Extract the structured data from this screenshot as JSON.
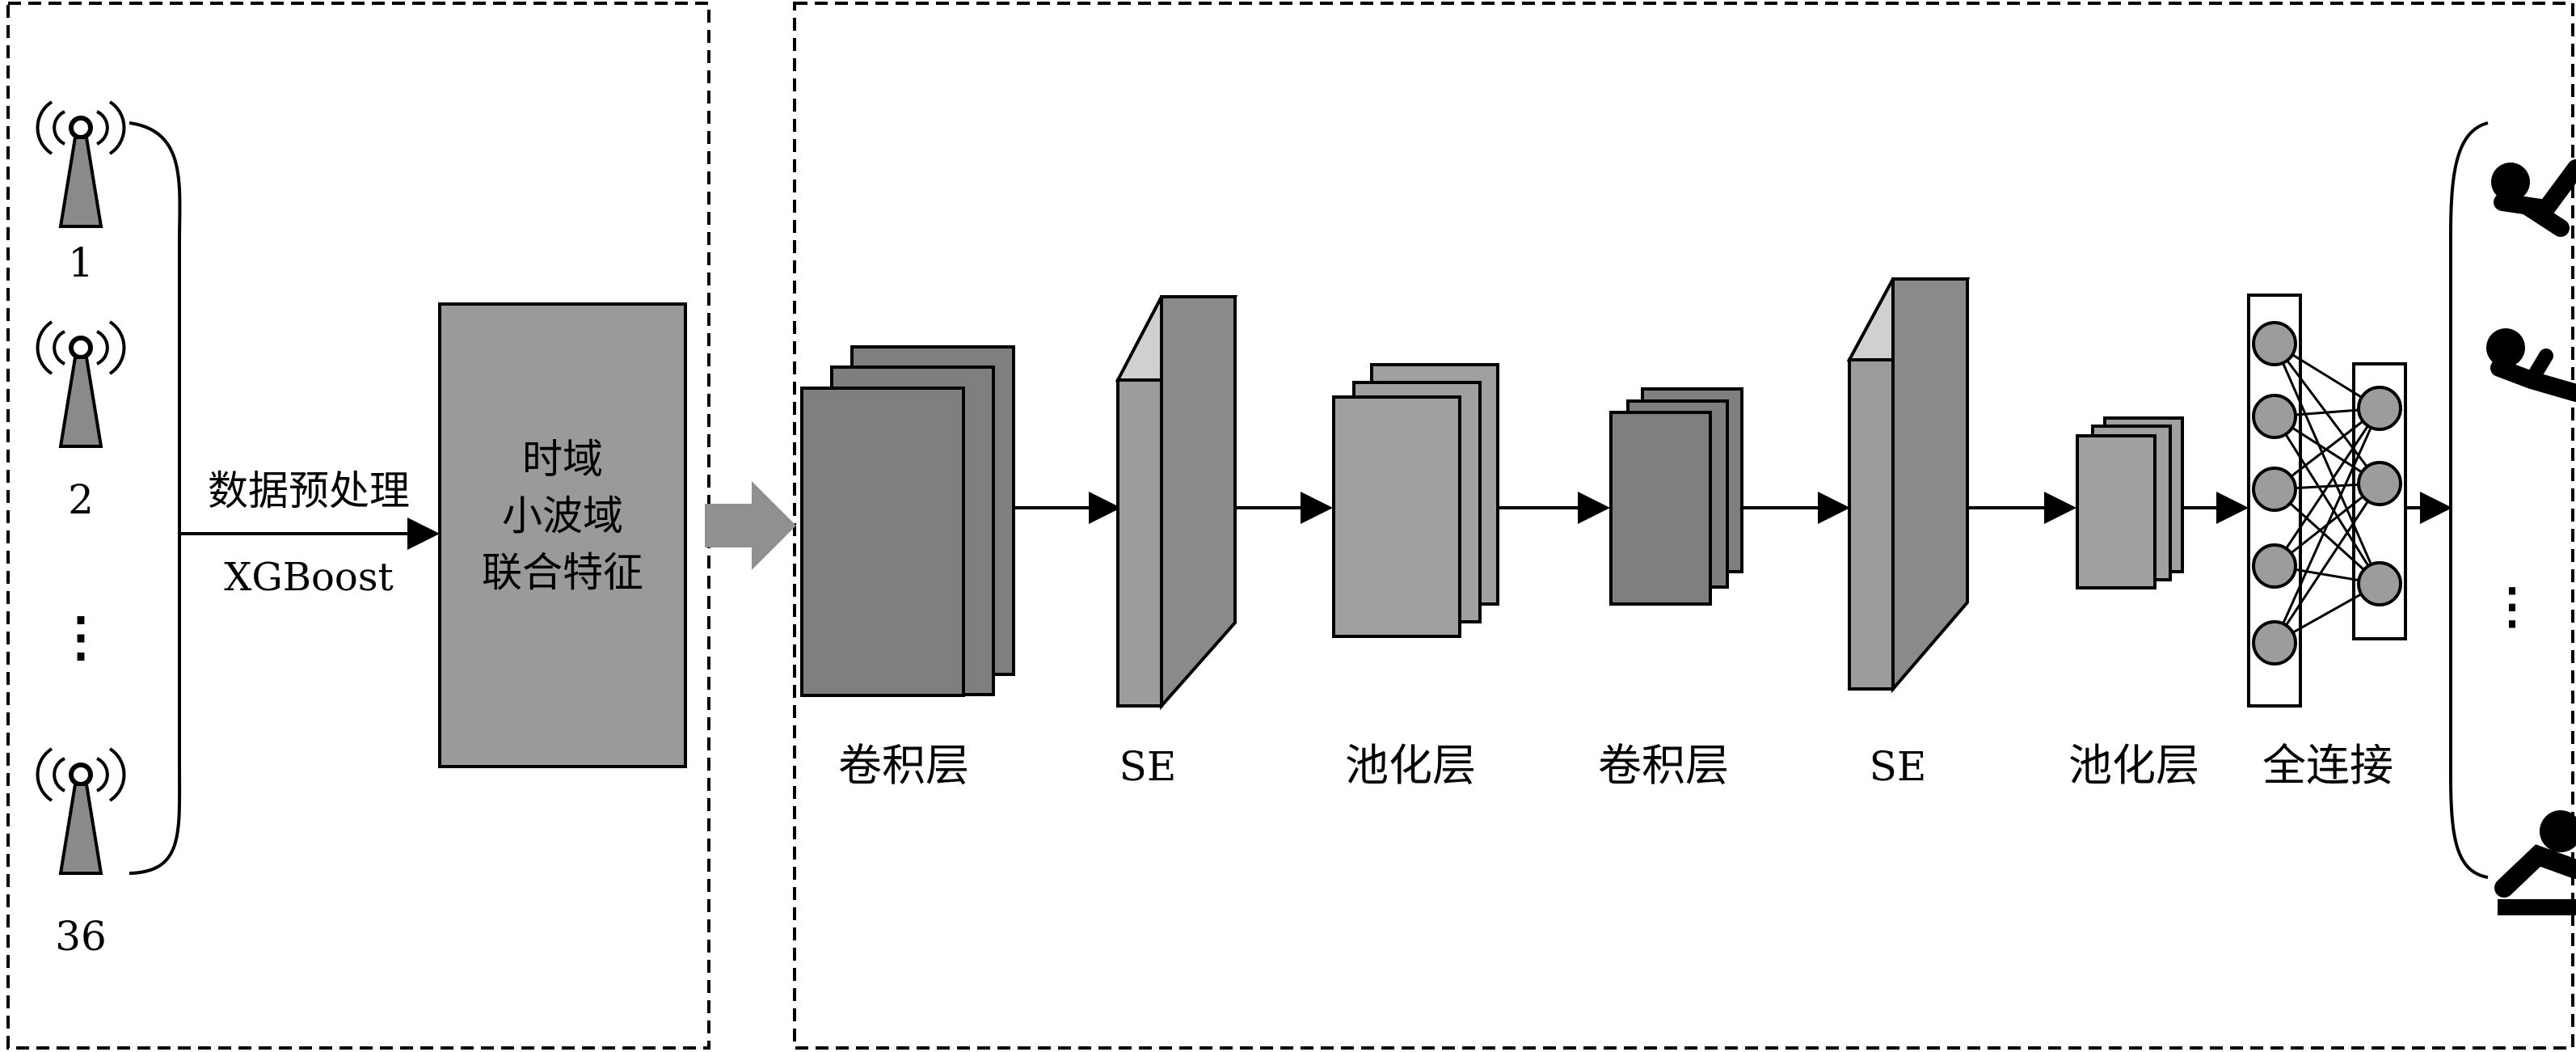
{
  "left_panel": {
    "antenna_labels": [
      "1",
      "2",
      "⋮",
      "36"
    ],
    "preprocess_label": "数据预处理",
    "method_label": "XGBoost",
    "feature_box_lines": [
      "时域",
      "小波域",
      "联合特征"
    ]
  },
  "network": {
    "layer_labels": [
      "卷积层",
      "SE",
      "池化层",
      "卷积层",
      "SE",
      "池化层",
      "全连接"
    ]
  },
  "outputs": {
    "ellipsis": "⋮"
  },
  "colors": {
    "dark_gray": "#7f7f7f",
    "mid_gray": "#9c9c9c",
    "light_gray": "#bcbcbc",
    "arrow_gray": "#909090"
  }
}
